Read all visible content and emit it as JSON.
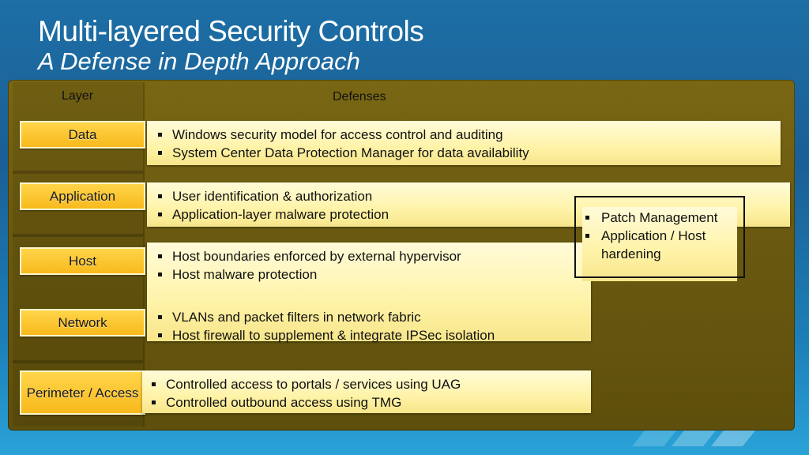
{
  "slide": {
    "title": "Multi-layered Security Controls",
    "subtitle": "A Defense in Depth Approach"
  },
  "table": {
    "col_layer": "Layer",
    "col_defenses": "Defenses"
  },
  "layers": [
    {
      "label": "Data",
      "defenses": [
        "Windows security model for access control and auditing",
        "System Center Data Protection Manager for data availability"
      ]
    },
    {
      "label": "Application",
      "defenses": [
        "User identification & authorization",
        "Application-layer malware protection"
      ]
    },
    {
      "label": "Host",
      "defenses": [
        "Host boundaries enforced by external hypervisor",
        "Host malware protection"
      ]
    },
    {
      "label": "Network",
      "defenses": [
        "VLANs and packet filters in network fabric",
        "Host firewall to supplement & integrate IPSec isolation"
      ]
    },
    {
      "label": "Perimeter / Access",
      "defenses": [
        "Controlled access to portals / services using UAG",
        "Controlled outbound access using TMG"
      ]
    }
  ],
  "shared_box": {
    "items": [
      "Patch Management",
      "Application / Host hardening"
    ]
  },
  "colors": {
    "background": "#1a5f95",
    "panel": "#6b5a10",
    "label_fill": "#f8b91c",
    "defense_fill": "#fff3a8"
  }
}
